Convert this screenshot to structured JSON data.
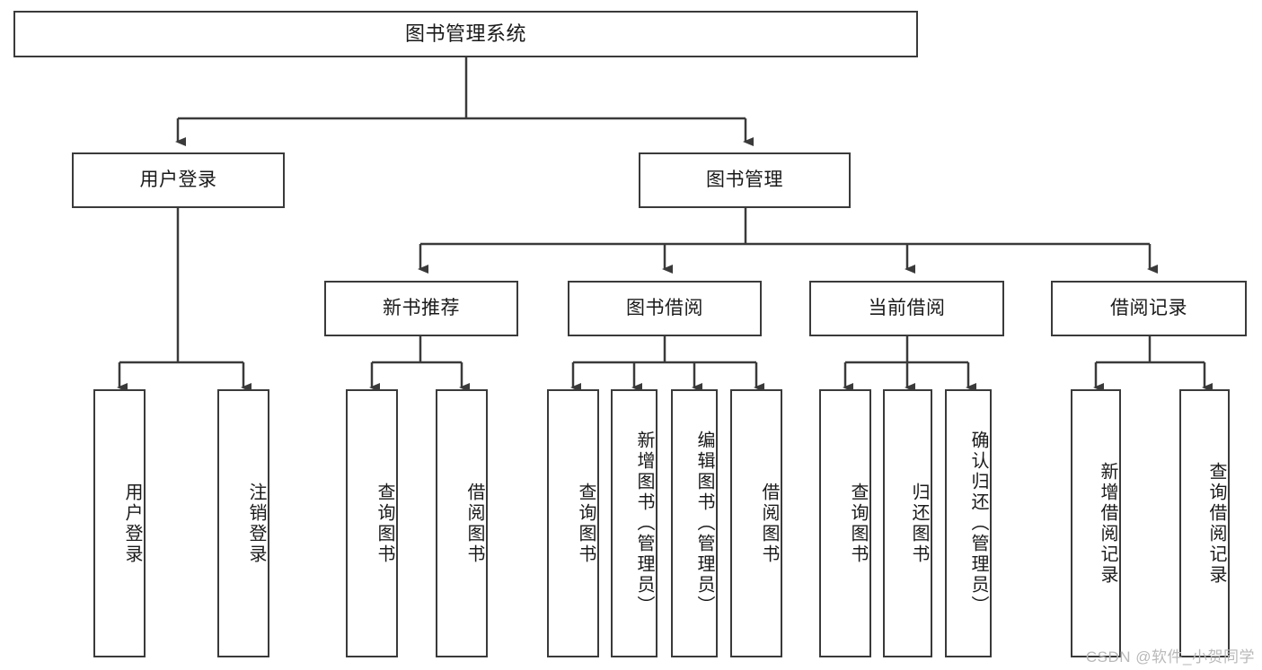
{
  "diagram": {
    "title": "图书管理系统",
    "type": "tree-hierarchy-diagram",
    "colors": {
      "box_border": "#3a3a3a",
      "box_fill": "#ffffff",
      "connector": "#3a3a3a",
      "text": "#1a1a1a",
      "watermark": "#b9b9b9",
      "background": "#ffffff"
    },
    "root": {
      "label": "图书管理系统"
    },
    "level2": [
      {
        "id": "user-login",
        "label": "用户登录"
      },
      {
        "id": "book-management",
        "label": "图书管理"
      }
    ],
    "level3": [
      {
        "id": "new-book-recommend",
        "label": "新书推荐"
      },
      {
        "id": "book-borrow",
        "label": "图书借阅"
      },
      {
        "id": "current-borrow",
        "label": "当前借阅"
      },
      {
        "id": "borrow-record",
        "label": "借阅记录"
      }
    ],
    "leaves": {
      "user_login": [
        {
          "id": "leaf-user-login",
          "label": "用户登录"
        },
        {
          "id": "leaf-logout-login",
          "label": "注销登录"
        }
      ],
      "new_book_recommend": [
        {
          "id": "leaf-query-book-1",
          "label": "查询图书"
        },
        {
          "id": "leaf-borrow-book-1",
          "label": "借阅图书"
        }
      ],
      "book_borrow": [
        {
          "id": "leaf-query-book-2",
          "label": "查询图书"
        },
        {
          "id": "leaf-add-book",
          "label": "新增图书（管理员）"
        },
        {
          "id": "leaf-edit-book",
          "label": "编辑图书（管理员）"
        },
        {
          "id": "leaf-borrow-book-2",
          "label": "借阅图书"
        }
      ],
      "current_borrow": [
        {
          "id": "leaf-query-book-3",
          "label": "查询图书"
        },
        {
          "id": "leaf-return-book",
          "label": "归还图书"
        },
        {
          "id": "leaf-confirm-return",
          "label": "确认归还（管理员）"
        }
      ],
      "borrow_record": [
        {
          "id": "leaf-add-record",
          "label": "新增借阅记录"
        },
        {
          "id": "leaf-query-record",
          "label": "查询借阅记录"
        }
      ]
    }
  },
  "watermark": {
    "text": "CSDN @软件_小贺同学"
  }
}
